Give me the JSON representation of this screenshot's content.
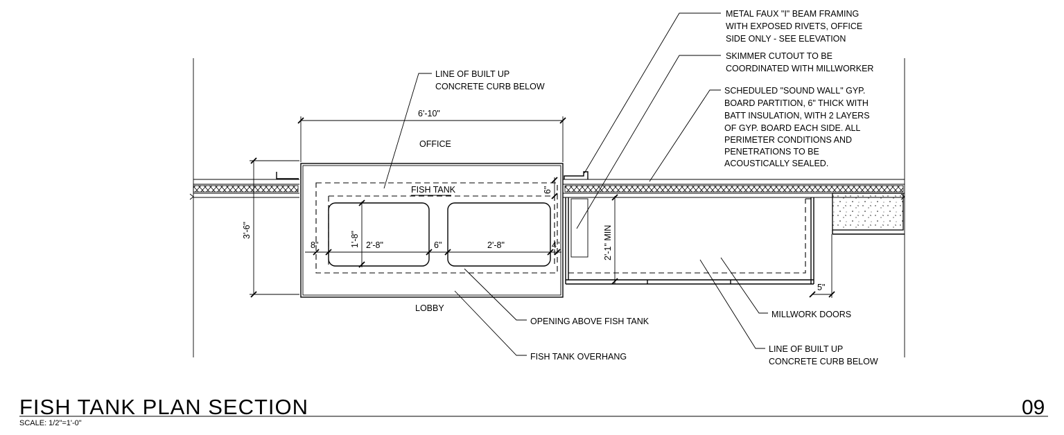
{
  "drawing": {
    "title": "FISH TANK PLAN SECTION",
    "scale": "SCALE: 1/2\"=1'-0\"",
    "sheet_number": "09"
  },
  "labels": {
    "office": "OFFICE",
    "lobby": "LOBBY",
    "fish_tank": "FISH TANK"
  },
  "dimensions": {
    "overall_width": "6'-10\"",
    "overall_depth": "3'-6\"",
    "opening_height": "1'-8\"",
    "opening_1_width": "2'-8\"",
    "opening_2_width": "2'-8\"",
    "edge_left": "8\"",
    "gap_middle": "6\"",
    "edge_right": "4\"",
    "wall_offset": "6\"",
    "millwork_depth": "2'-1\" MIN",
    "curb_offset": "5\""
  },
  "notes": {
    "curb_line_top": [
      "LINE OF BUILT UP",
      "CONCRETE CURB BELOW"
    ],
    "i_beam": [
      "METAL FAUX \"I\" BEAM FRAMING",
      "WITH EXPOSED RIVETS, OFFICE",
      "SIDE ONLY - SEE ELEVATION"
    ],
    "skimmer": [
      "SKIMMER CUTOUT TO BE",
      "COORDINATED WITH MILLWORKER"
    ],
    "sound_wall": [
      "SCHEDULED \"SOUND WALL\" GYP.",
      "BOARD PARTITION, 6\" THICK WITH",
      "BATT INSULATION, WITH 2 LAYERS",
      "OF GYP. BOARD EACH SIDE. ALL",
      "PERIMETER CONDITIONS AND",
      "PENETRATIONS TO BE",
      "ACOUSTICALLY SEALED."
    ],
    "opening": "OPENING ABOVE FISH TANK",
    "overhang": "FISH TANK OVERHANG",
    "millwork_doors": "MILLWORK DOORS",
    "curb_line_bottom": [
      "LINE OF BUILT UP",
      "CONCRETE CURB BELOW"
    ]
  }
}
